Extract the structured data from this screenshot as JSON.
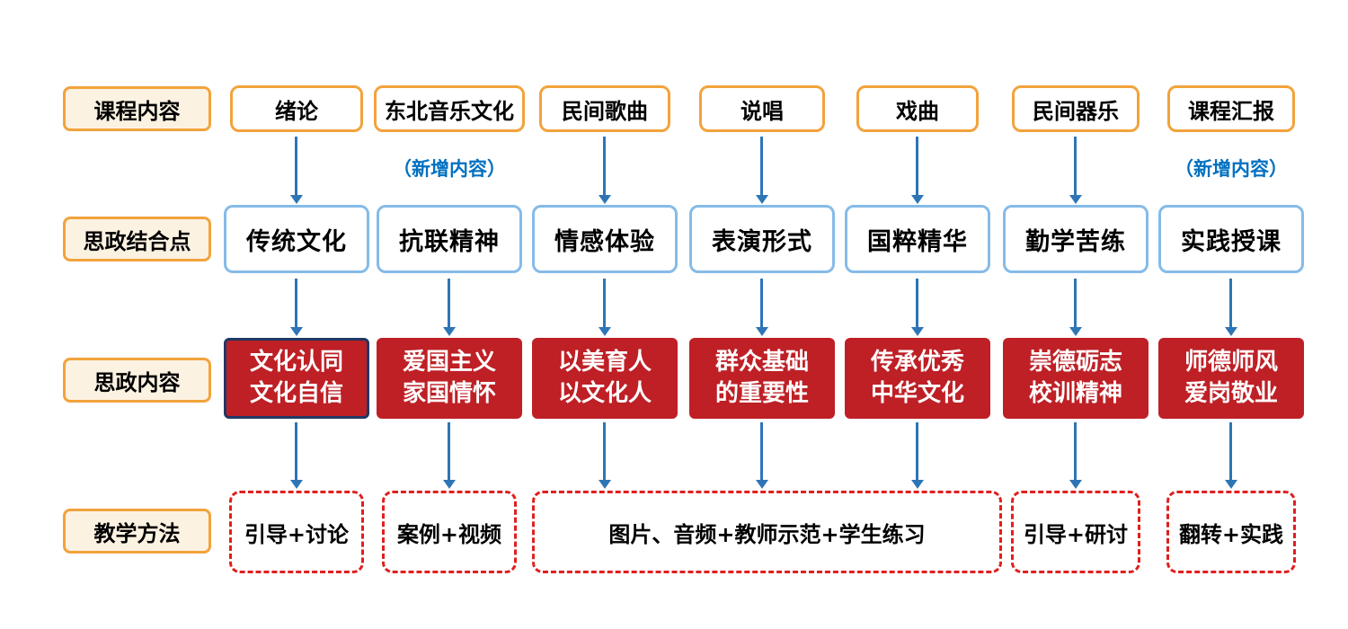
{
  "row_labels": {
    "course_content": "课程内容",
    "ideology_points": "思政结合点",
    "ideology_content": "思政内容",
    "teaching_methods": "教学方法"
  },
  "columns": [
    {
      "course": "绪论",
      "point": "传统文化",
      "content_line1": "文化认同",
      "content_line2": "文化自信"
    },
    {
      "course": "东北音乐文化",
      "note": "（新增内容）",
      "point": "抗联精神",
      "content_line1": "爱国主义",
      "content_line2": "家国情怀"
    },
    {
      "course": "民间歌曲",
      "point": "情感体验",
      "content_line1": "以美育人",
      "content_line2": "以文化人"
    },
    {
      "course": "说唱",
      "point": "表演形式",
      "content_line1": "群众基础",
      "content_line2": "的重要性"
    },
    {
      "course": "戏曲",
      "point": "国粹精华",
      "content_line1": "传承优秀",
      "content_line2": "中华文化"
    },
    {
      "course": "民间器乐",
      "point": "勤学苦练",
      "content_line1": "崇德砺志",
      "content_line2": "校训精神"
    },
    {
      "course": "课程汇报",
      "note": "（新增内容）",
      "point": "实践授课",
      "content_line1": "师德师风",
      "content_line2": "爱岗敬业"
    }
  ],
  "methods": [
    {
      "label": "引导+讨论"
    },
    {
      "label": "案例+视频"
    },
    {
      "label": "图片、音频+教师示范+学生练习"
    },
    {
      "label": "引导+研讨"
    },
    {
      "label": "翻转+实践"
    }
  ],
  "colors": {
    "orange_border": "#F2A33C",
    "label_fill": "#FCF2E2",
    "blue_border": "#85BBE8",
    "red_fill": "#BE2026",
    "navy_border": "#203864",
    "arrow_blue": "#2E75B6",
    "dashed_red": "#E01F1F",
    "note_blue": "#0070C0"
  }
}
